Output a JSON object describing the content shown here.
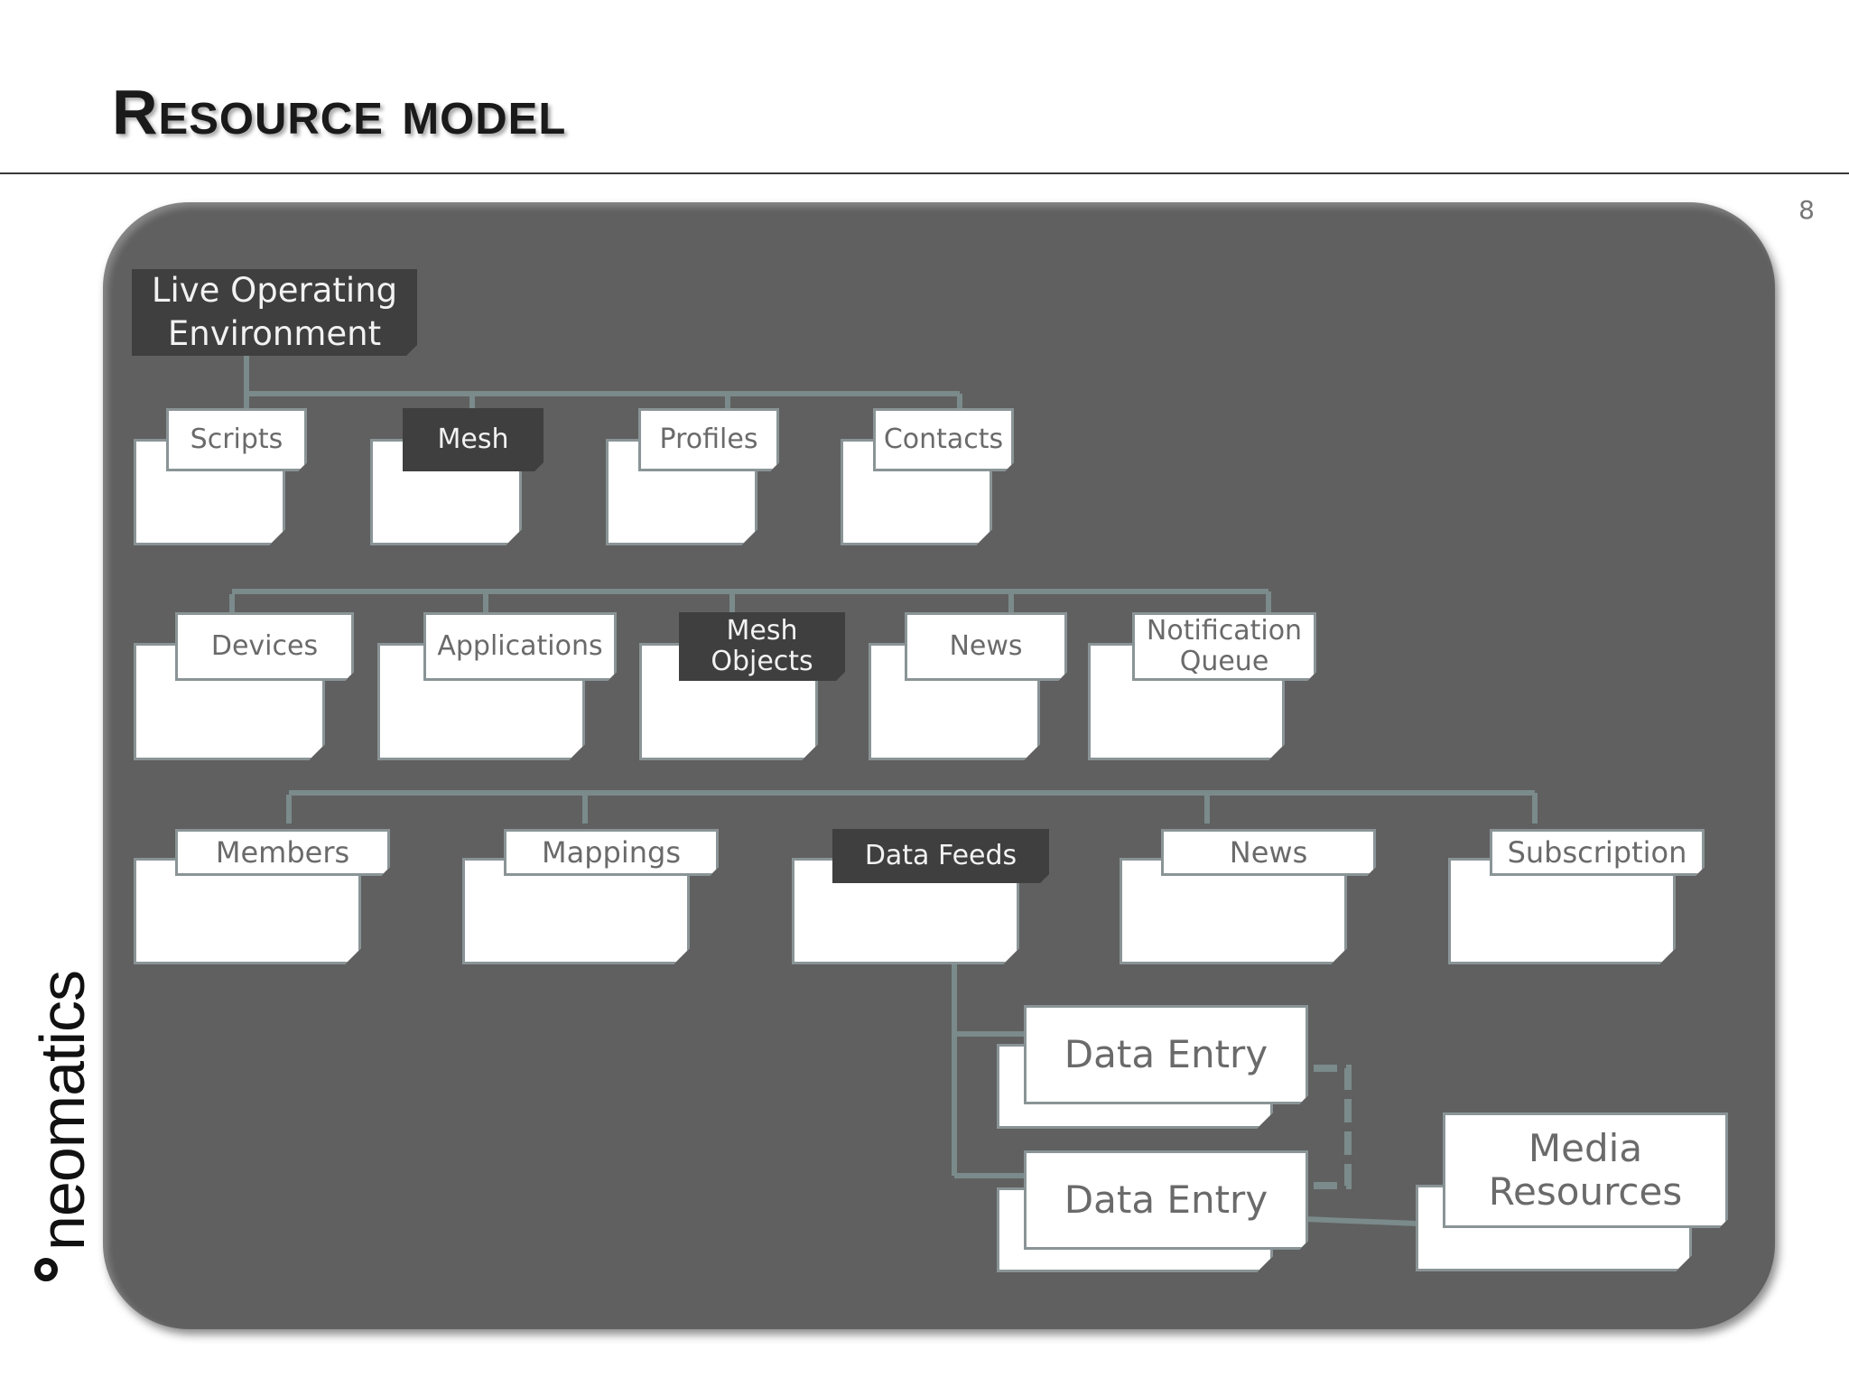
{
  "slide": {
    "title": "Resource model",
    "page_number": "8",
    "logo_text": "neomatics"
  },
  "diagram": {
    "root": "Live Operating Environment",
    "row1": [
      "Scripts",
      "Mesh",
      "Profiles",
      "Contacts"
    ],
    "row2": [
      "Devices",
      "Applications",
      "Mesh Objects",
      "News",
      "Notification Queue"
    ],
    "row3": [
      "Members",
      "Mappings",
      "Data Feeds",
      "News",
      "Subscription"
    ],
    "data_entries": [
      "Data Entry",
      "Data Entry"
    ],
    "media": "Media Resources"
  },
  "colors": {
    "panel": "#606060",
    "dark_label": "#3f3f3f",
    "connector": "#7b8a8a",
    "folder": "#ffffff"
  }
}
